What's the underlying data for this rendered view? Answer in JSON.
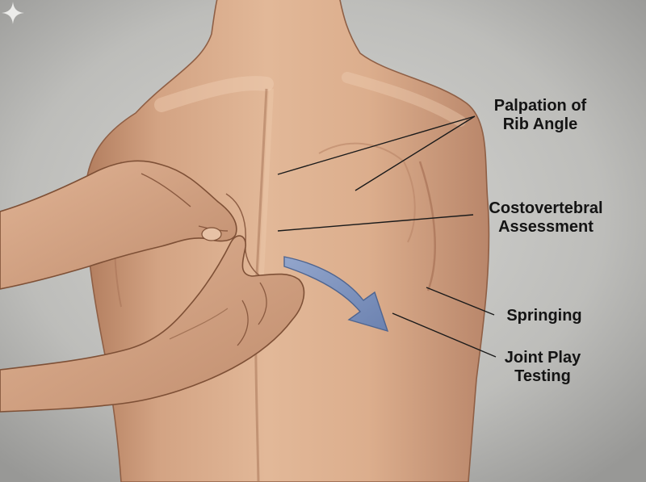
{
  "labels": {
    "rib_angle": [
      "Palpation of",
      "Rib Angle"
    ],
    "costovertebral": [
      "Costovertebral",
      "Assessment"
    ],
    "springing": [
      "Springing"
    ],
    "joint_play": [
      "Joint Play",
      "Testing"
    ]
  },
  "icons": {
    "watermark": "sparkle-icon"
  },
  "colors": {
    "background": "#b9b9b6",
    "skin": "#d8ab8a",
    "skin_shadow": "#b98567",
    "arrow": "#7f95bf",
    "leader_line": "#1a1a1a",
    "text": "#141414"
  }
}
